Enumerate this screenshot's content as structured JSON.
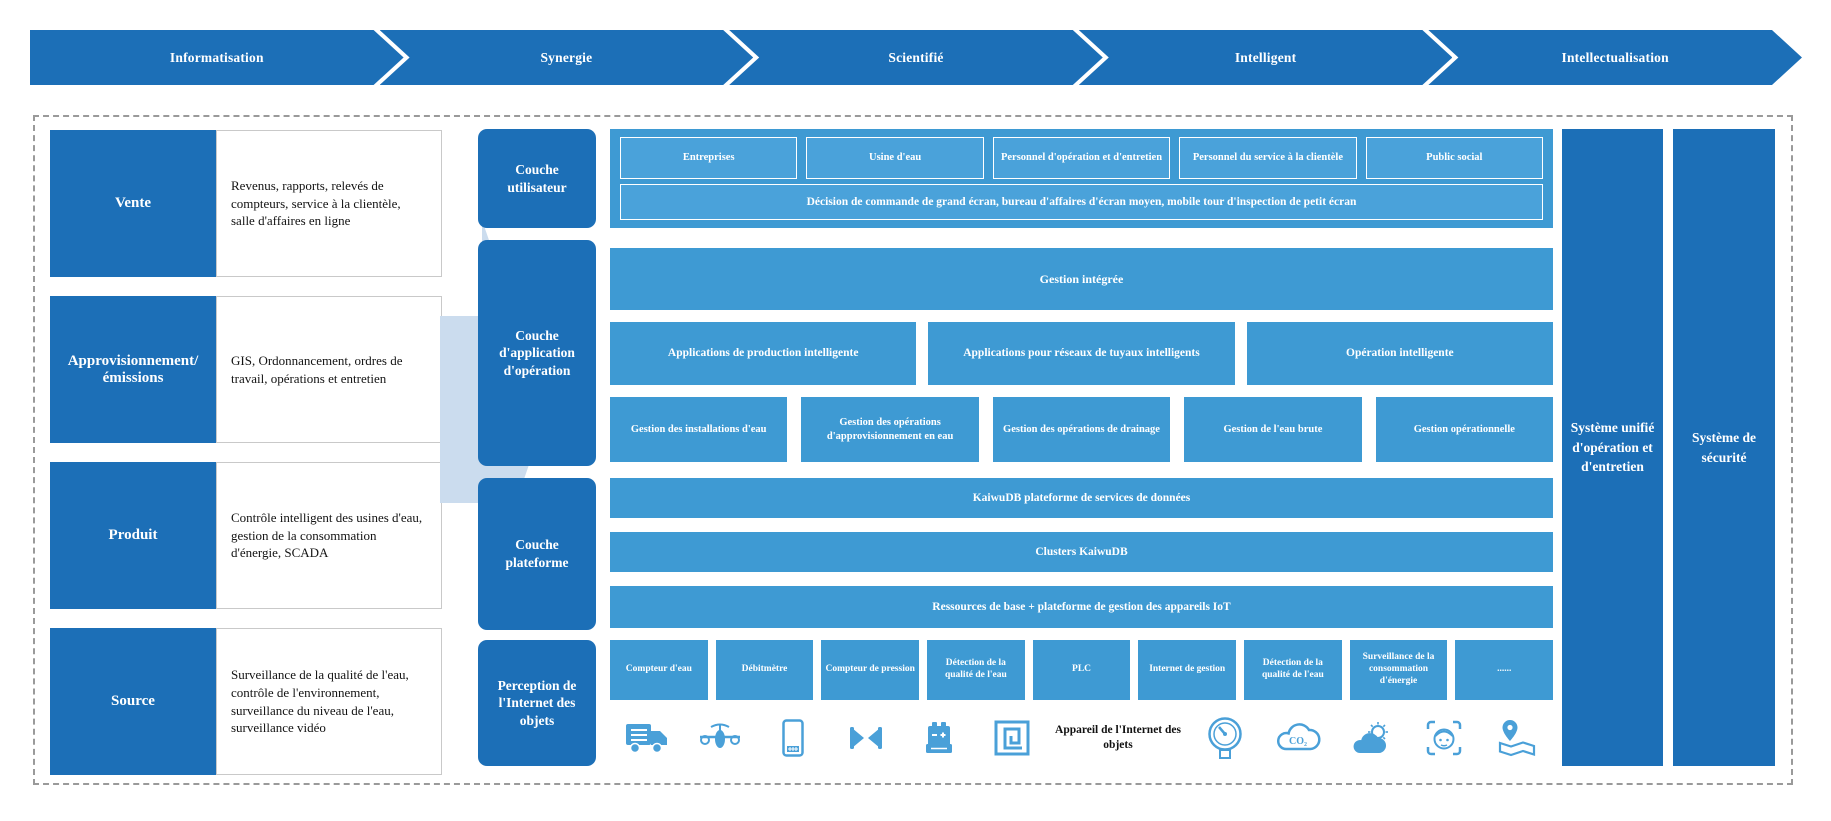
{
  "colors": {
    "primary": "#1C6FB7",
    "secondary": "#3E9AD3",
    "box_inner": "#4AA2DA",
    "flow_arrow": "#CBDCEE"
  },
  "banner": {
    "stages": [
      {
        "label": "Informatisation"
      },
      {
        "label": "Synergie"
      },
      {
        "label": "Scientifié"
      },
      {
        "label": "Intelligent"
      },
      {
        "label": "Intellectualisation"
      }
    ]
  },
  "left_panel": {
    "rows": [
      {
        "label": "Vente",
        "description": "Revenus, rapports, relevés de compteurs, service à la clientèle, salle d'affaires en ligne"
      },
      {
        "label": "Approvisionnement/émissions",
        "description": "GIS, Ordonnancement, ordres de travail, opérations et entretien"
      },
      {
        "label": "Produit",
        "description": "Contrôle intelligent des usines d'eau, gestion de la consommation d'énergie, SCADA"
      },
      {
        "label": "Source",
        "description": "Surveillance de la qualité de l'eau, contrôle de l'environnement, surveillance du niveau de l'eau, surveillance vidéo"
      }
    ]
  },
  "layers": {
    "user": {
      "label": "Couche utilisateur",
      "boxes": [
        "Entreprises",
        "Usine d'eau",
        "Personnel d'opération et d'entretien",
        "Personnel du service à la clientèle",
        "Public social"
      ],
      "wide_box": "Décision de commande de grand écran, bureau d'affaires d'écran moyen, mobile tour d'inspection de petit écran"
    },
    "application": {
      "label": "Couche d'application d'opération",
      "integrated": "Gestion intégrée",
      "apps": [
        "Applications de production intelligente",
        "Applications pour réseaux de tuyaux intelligents",
        "Opération intelligente"
      ],
      "management": [
        "Gestion des installations d'eau",
        "Gestion des opérations d'approvisionnement en eau",
        "Gestion des opérations de drainage",
        "Gestion de l'eau brute",
        "Gestion opérationnelle"
      ]
    },
    "platform": {
      "label": "Couche plateforme",
      "bars": [
        "KaiwuDB plateforme de services de données",
        "Clusters KaiwuDB",
        "Ressources de base + plateforme de gestion des appareils IoT"
      ]
    },
    "iot": {
      "label": "Perception de l'Internet des objets",
      "devices": [
        "Compteur d'eau",
        "Débitmètre",
        "Compteur de pression",
        "Détection de la qualité de l'eau",
        "PLC",
        "Internet de gestion",
        "Détection de la qualité de l'eau",
        "Surveillance de la consommation d'énergie",
        "......"
      ],
      "icons_caption": "Appareil de l'Internet des objets",
      "icons": [
        {
          "name": "truck-icon"
        },
        {
          "name": "drone-icon"
        },
        {
          "name": "mobile-phone-icon"
        },
        {
          "name": "valve-icon"
        },
        {
          "name": "control-cabinet-icon"
        },
        {
          "name": "rfid-tag-icon"
        },
        {
          "name": "pressure-gauge-icon"
        },
        {
          "name": "co2-sensor-icon"
        },
        {
          "name": "weather-station-icon"
        },
        {
          "name": "face-recognition-icon"
        },
        {
          "name": "map-location-icon"
        }
      ]
    }
  },
  "right_panel": {
    "columns": [
      {
        "label": "Système unifié d'opération et d'entretien"
      },
      {
        "label": "Système de sécurité"
      }
    ]
  }
}
